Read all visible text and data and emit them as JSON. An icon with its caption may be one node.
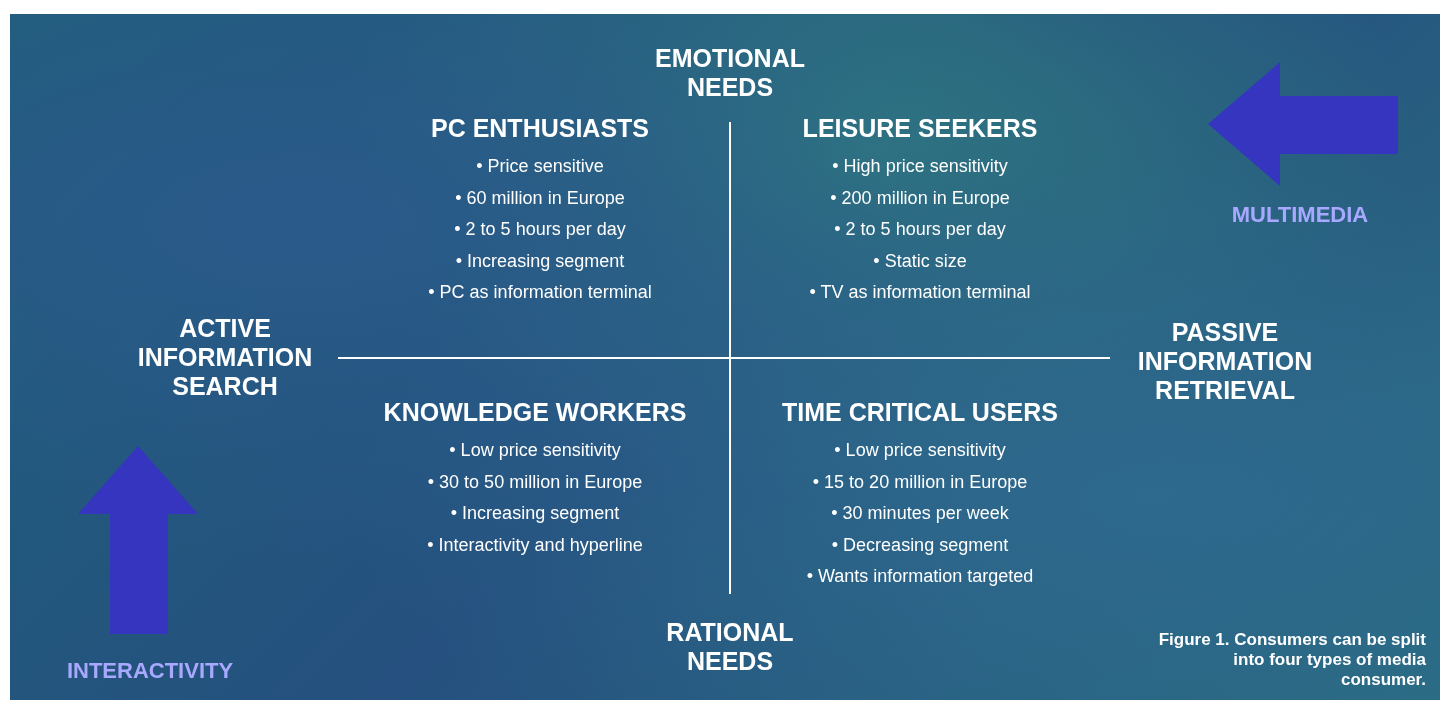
{
  "diagram": {
    "caption": "Figure 1. Consumers can be split into four types of media consumer.",
    "nodes": [
      {
        "text": [
          "PC ENTHUSIASTS",
          "• Price sensitive",
          "• 60 million in Europe",
          "• 2 to 5 hours per day",
          "• Increasing segment",
          "• PC as information terminal"
        ]
      },
      {
        "text": [
          "LEISURE SEEKERS",
          "• High price sensitivity",
          "• 200 million in Europe",
          "• 2 to 5 hours per day",
          "• Static size",
          "• TV as information terminal"
        ]
      },
      {
        "text": [
          "KNOWLEDGE WORKERS",
          "• Low price sensitivity",
          "• 30 to 50 million in Europe",
          "• Increasing segment",
          "• Interactivity and hyperline"
        ]
      },
      {
        "text": [
          "TIME CRITICAL USERS",
          "• Low price sensitivity",
          "• 15 to 20 million in Europe",
          "• 30 minutes per week",
          "• Decreasing segment",
          "• Wants information targeted"
        ]
      }
    ],
    "labels": [
      "EMOTIONAL NEEDS",
      "MULTIMEDIA",
      "ACTIVE INFORMATION SEARCH",
      "PASSIVE INFORMATION RETRIEVAL",
      "INTERACTIVITY",
      "RATIONAL NEEDS"
    ]
  }
}
